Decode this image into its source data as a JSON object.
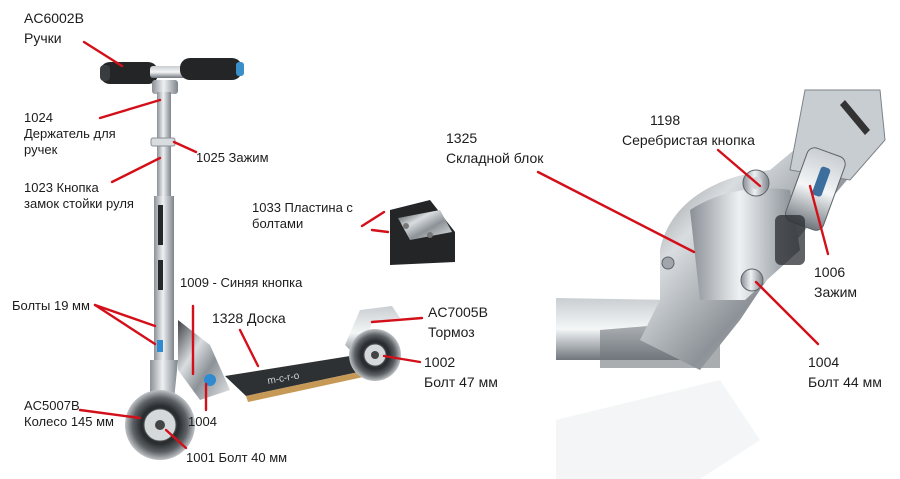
{
  "colors": {
    "leader": "#d3101a",
    "text": "#1c1c1c"
  },
  "labels": {
    "handles": {
      "code": "AC6002B",
      "name": "Ручки"
    },
    "handle_holder": {
      "code": "1024",
      "line1": "Держатель для",
      "line2": "ручек"
    },
    "clamp_1025": {
      "text": "1025 Зажим"
    },
    "lock_button": {
      "line1": "1023 Кнопка",
      "line2": "замок стойки руля"
    },
    "plate": {
      "line1": "1033 Пластина с",
      "line2": "болтами"
    },
    "blue_button": {
      "text": "1009 - Синяя кнопка"
    },
    "bolts_19": {
      "text": "Болты 19 мм"
    },
    "deck": {
      "text": "1328 Доска"
    },
    "brake": {
      "code": "AC7005B",
      "name": "Тормоз"
    },
    "bolt_47": {
      "code": "1002",
      "name": "Болт 47 мм"
    },
    "wheel": {
      "code": "AC5007B",
      "name": "Колесо 145 мм"
    },
    "bolt_1004_left": {
      "text": "1004"
    },
    "bolt_40": {
      "text": "1001 Болт 40 мм"
    },
    "fold_block": {
      "code": "1325",
      "name": "Складной блок"
    },
    "silver_button": {
      "code": "1198",
      "name": "Серебристая кнопка"
    },
    "clamp_1006": {
      "code": "1006",
      "name": "Зажим"
    },
    "bolt_44": {
      "code": "1004",
      "name": "Болт 44 мм"
    }
  }
}
